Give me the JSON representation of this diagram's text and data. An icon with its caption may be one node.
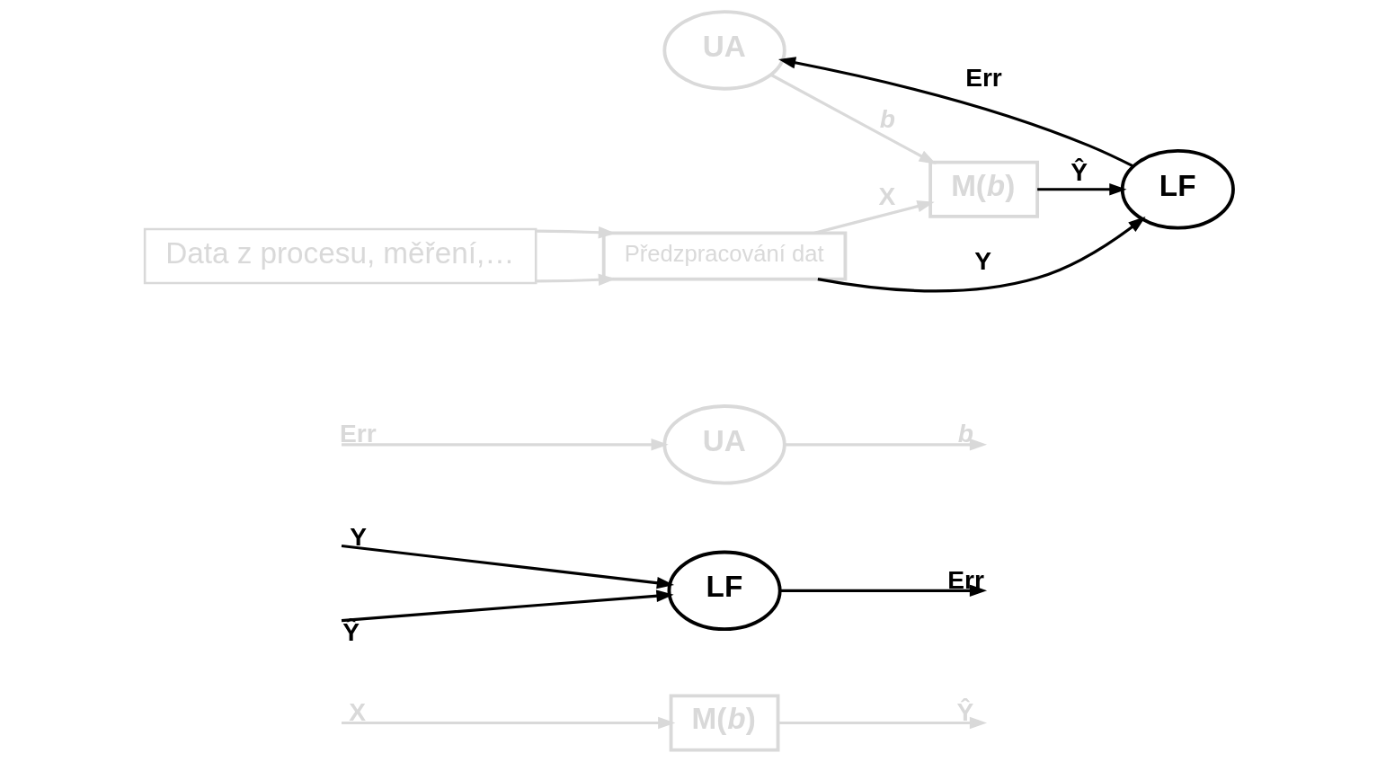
{
  "diagram": {
    "nodes": [
      {
        "text": [
          "M(*b*)"
        ]
      },
      {
        "text": [
          "LF"
        ]
      },
      {
        "text": [
          "UA"
        ]
      },
      {
        "text": [
          "UA"
        ]
      },
      {
        "text": [
          "LF"
        ]
      },
      {
        "text": [
          "M(*b*)"
        ]
      },
      {
        "text": [
          "Předzpracování dat"
        ]
      },
      {
        "text": [
          "Data z procesu, měření,…"
        ]
      }
    ],
    "edges": [
      {
        "from": null,
        "to": 0,
        "arrow": "to",
        "label": "X"
      },
      {
        "from": 0,
        "to": null,
        "arrow": "to",
        "label": "Ŷ"
      },
      {
        "from": null,
        "to": 1,
        "arrow": "to",
        "label": "Y",
        "color": "#000000"
      },
      {
        "from": null,
        "to": 1,
        "arrow": "to",
        "label": "Ŷ",
        "color": "#000000"
      },
      {
        "from": 1,
        "to": null,
        "arrow": "to",
        "label": "Err",
        "color": "#000000"
      },
      {
        "from": null,
        "to": 2,
        "arrow": "to",
        "label": "Err"
      },
      {
        "from": 2,
        "to": null,
        "arrow": "to",
        "label": "*b*"
      },
      {
        "from": 4,
        "to": 3,
        "arrow": "to",
        "label": "Err",
        "color": "#000000"
      },
      {
        "from": 3,
        "to": 5,
        "arrow": "to",
        "label": "*b*"
      },
      {
        "from": 5,
        "to": 4,
        "arrow": "to",
        "label": "Ŷ",
        "color": "#000000"
      },
      {
        "from": 6,
        "to": 4,
        "arrow": "to",
        "label": "Y",
        "color": "#000000"
      },
      {
        "from": 6,
        "to": 5,
        "arrow": "to",
        "label": "X"
      },
      {
        "from": 7,
        "to": 6,
        "arrow": "to"
      },
      {
        "from": 7,
        "to": 6,
        "arrow": "to"
      }
    ]
  }
}
